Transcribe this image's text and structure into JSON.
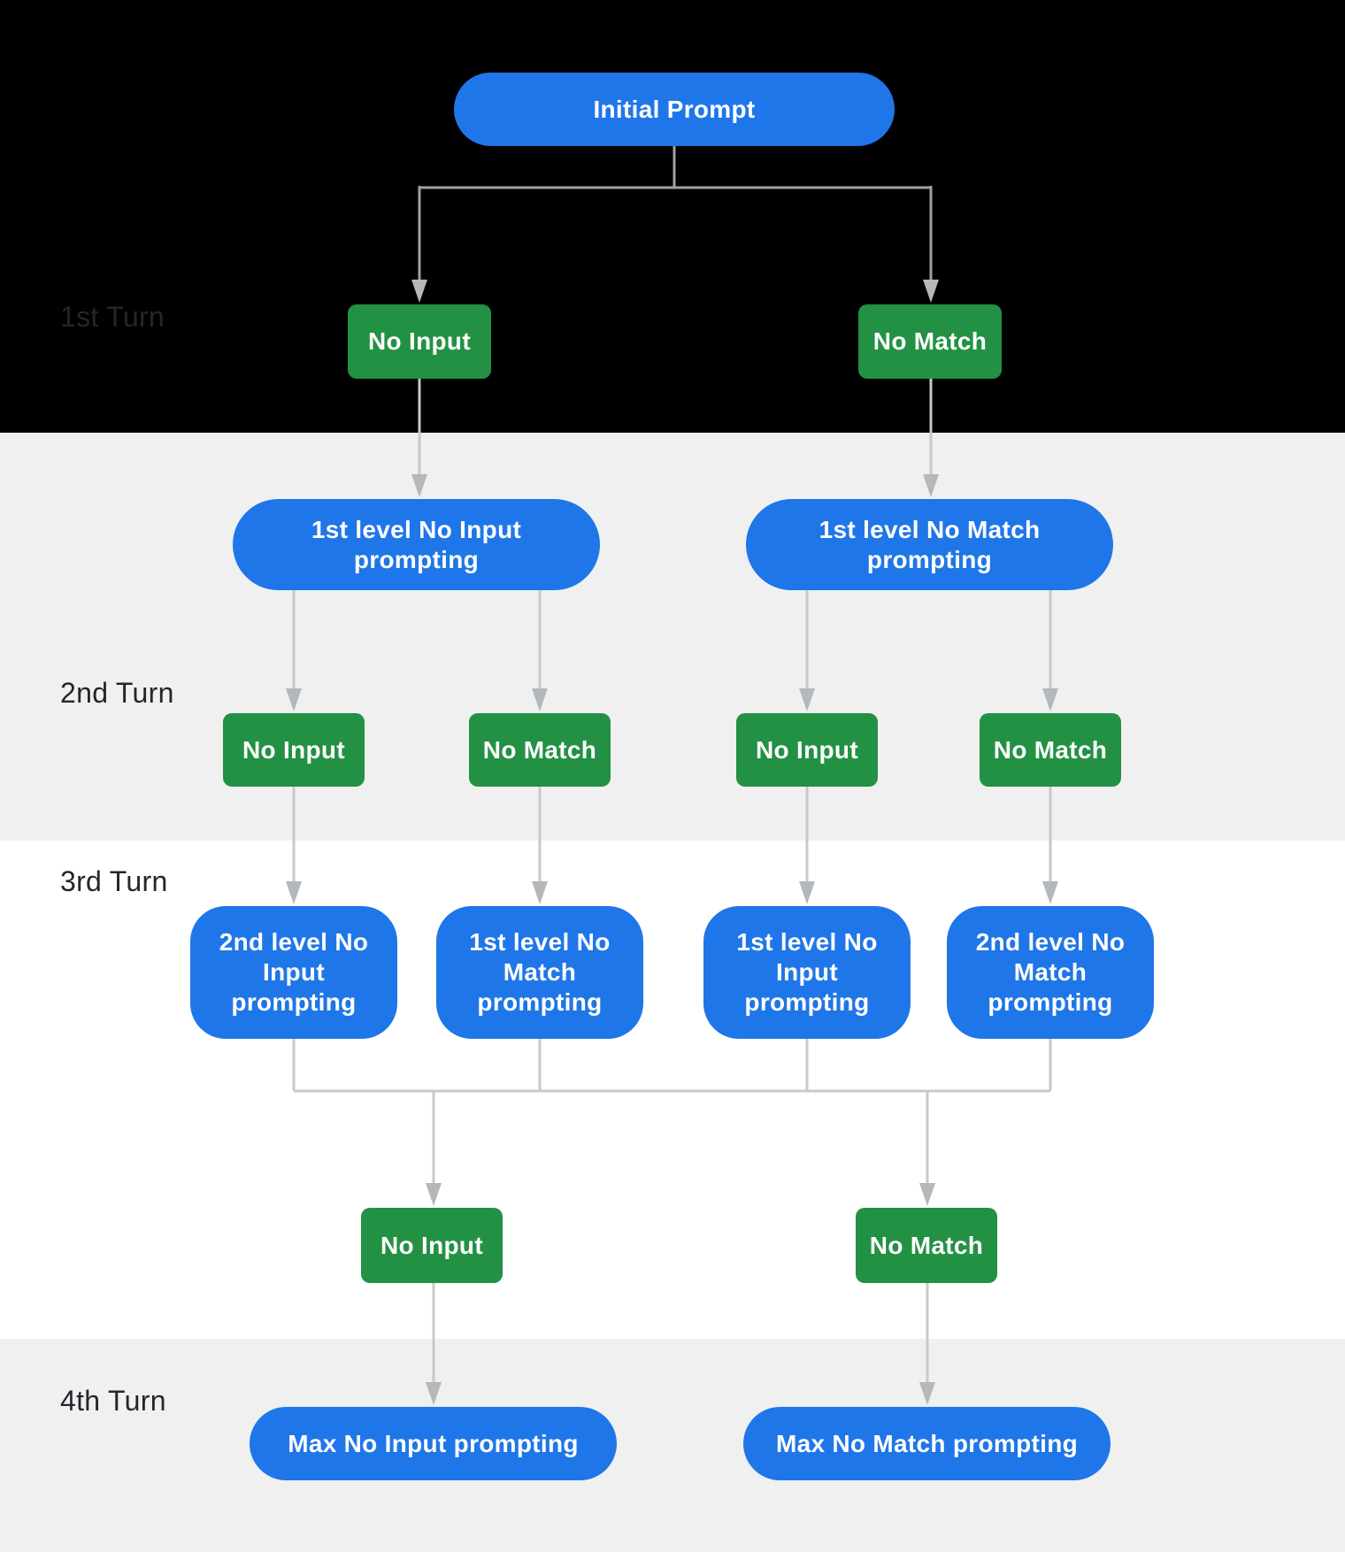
{
  "turns": [
    {
      "label": "1st Turn"
    },
    {
      "label": "2nd Turn"
    },
    {
      "label": "3rd Turn"
    },
    {
      "label": "4th Turn"
    }
  ],
  "nodes": {
    "initial": {
      "label": "Initial Prompt"
    },
    "turn1_events": [
      {
        "label": "No Input"
      },
      {
        "label": "No Match"
      }
    ],
    "level1_prompts": [
      {
        "label": [
          "1st level No Input",
          "prompting"
        ]
      },
      {
        "label": [
          "1st level No Match",
          "prompting"
        ]
      }
    ],
    "turn2_events": [
      {
        "label": "No Input"
      },
      {
        "label": "No Match"
      },
      {
        "label": "No Input"
      },
      {
        "label": "No Match"
      }
    ],
    "level2_prompts": [
      {
        "label": [
          "2nd level No",
          "Input",
          "prompting"
        ]
      },
      {
        "label": [
          "1st level No",
          "Match",
          "prompting"
        ]
      },
      {
        "label": [
          "1st level No",
          "Input",
          "prompting"
        ]
      },
      {
        "label": [
          "2nd level No",
          "Match",
          "prompting"
        ]
      }
    ],
    "turn3_events": [
      {
        "label": "No Input"
      },
      {
        "label": "No Match"
      }
    ],
    "max_prompts": [
      {
        "label": "Max No Input prompting"
      },
      {
        "label": "Max No Match prompting"
      }
    ]
  },
  "colors": {
    "band_black": "#000000",
    "band_gray": "#f0f0f1",
    "band_white": "#ffffff",
    "node_blue": "#1f76e8",
    "node_green": "#229143",
    "connector_dark_band": "#9ea1a4",
    "connector_light_band": "#c7c9cb",
    "arrowhead": "#b4b8bb",
    "turn_label": "#23262b"
  }
}
